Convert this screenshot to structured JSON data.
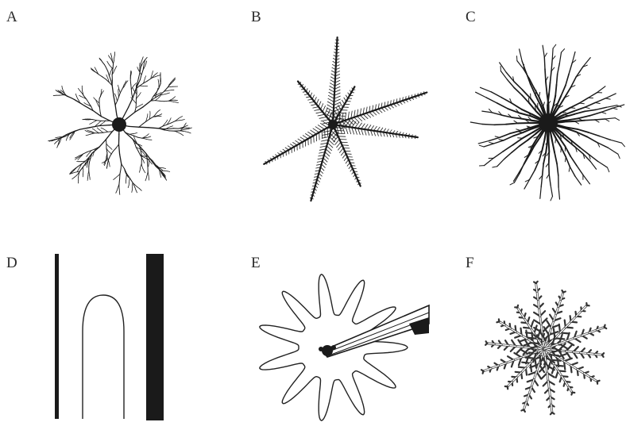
{
  "panels": [
    {
      "id": "A",
      "label": "A",
      "figure": "dense-branching-aggregate-icon"
    },
    {
      "id": "B",
      "label": "B",
      "figure": "dendritic-star-icon"
    },
    {
      "id": "C",
      "label": "C",
      "figure": "radial-fingers-aggregate-icon"
    },
    {
      "id": "D",
      "label": "D",
      "figure": "channel-finger-icon"
    },
    {
      "id": "E",
      "label": "E",
      "figure": "viscous-fingering-flower-icon"
    },
    {
      "id": "F",
      "label": "F",
      "figure": "leafy-dendrite-icon"
    }
  ],
  "colors": {
    "ink": "#1a1a1a",
    "paper": "#ffffff",
    "label": "#2a2a2a"
  }
}
